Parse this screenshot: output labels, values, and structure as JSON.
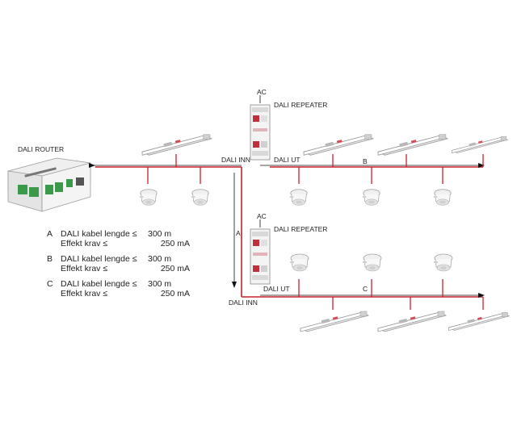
{
  "labels": {
    "router": "DALI ROUTER",
    "repeater_top": "DALI REPEATER",
    "repeater_bottom": "DALI REPEATER",
    "ac_top": "AC",
    "ac_bottom": "AC",
    "dali_inn_top": "DALI INN",
    "dali_ut_top": "DALI UT",
    "dali_ut_bottom": "DALI UT",
    "dali_inn_bottom": "DALI INN",
    "segment_a": "A",
    "segment_b": "B",
    "segment_c": "C"
  },
  "legend": [
    {
      "letter": "A",
      "line1": "DALI kabel lengde ≤",
      "val1": "300 m",
      "line2": "Effekt krav ≤",
      "val2": "250 mA"
    },
    {
      "letter": "B",
      "line1": "DALI kabel lengde ≤",
      "val1": "300 m",
      "line2": "Effekt krav ≤",
      "val2": "250 mA"
    },
    {
      "letter": "C",
      "line1": "DALI kabel lengde ≤",
      "val1": "300 m",
      "line2": "Effekt krav ≤",
      "val2": "250 mA"
    }
  ],
  "colors": {
    "bus": "#c8202c",
    "arrow": "#111111"
  }
}
